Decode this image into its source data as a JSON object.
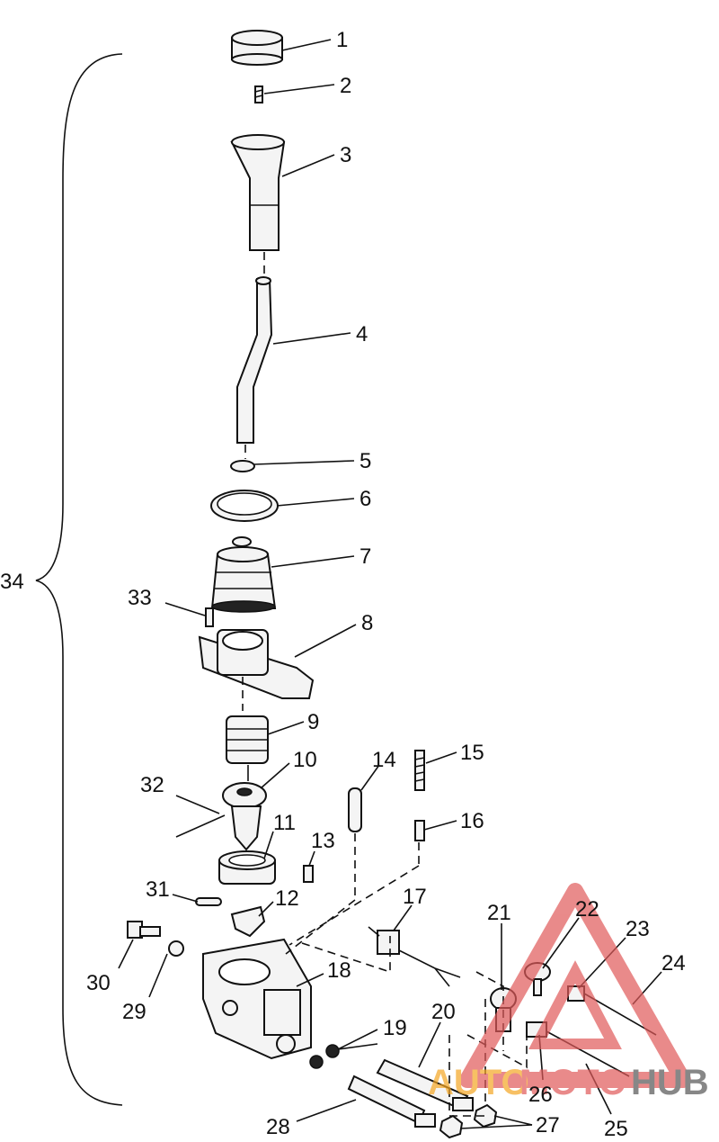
{
  "labels": [
    "1",
    "2",
    "3",
    "4",
    "5",
    "6",
    "7",
    "8",
    "9",
    "10",
    "11",
    "12",
    "13",
    "14",
    "15",
    "16",
    "17",
    "18",
    "19",
    "20",
    "21",
    "22",
    "23",
    "24",
    "25",
    "26",
    "27",
    "28",
    "29",
    "30",
    "31",
    "32",
    "33",
    "34"
  ],
  "watermark": {
    "part1": "AUTO",
    "part2": "MOTO",
    "part3": "HUB",
    "color_a": "#f5a623",
    "color_b": "#e05a5a",
    "color_c": "#555555"
  }
}
